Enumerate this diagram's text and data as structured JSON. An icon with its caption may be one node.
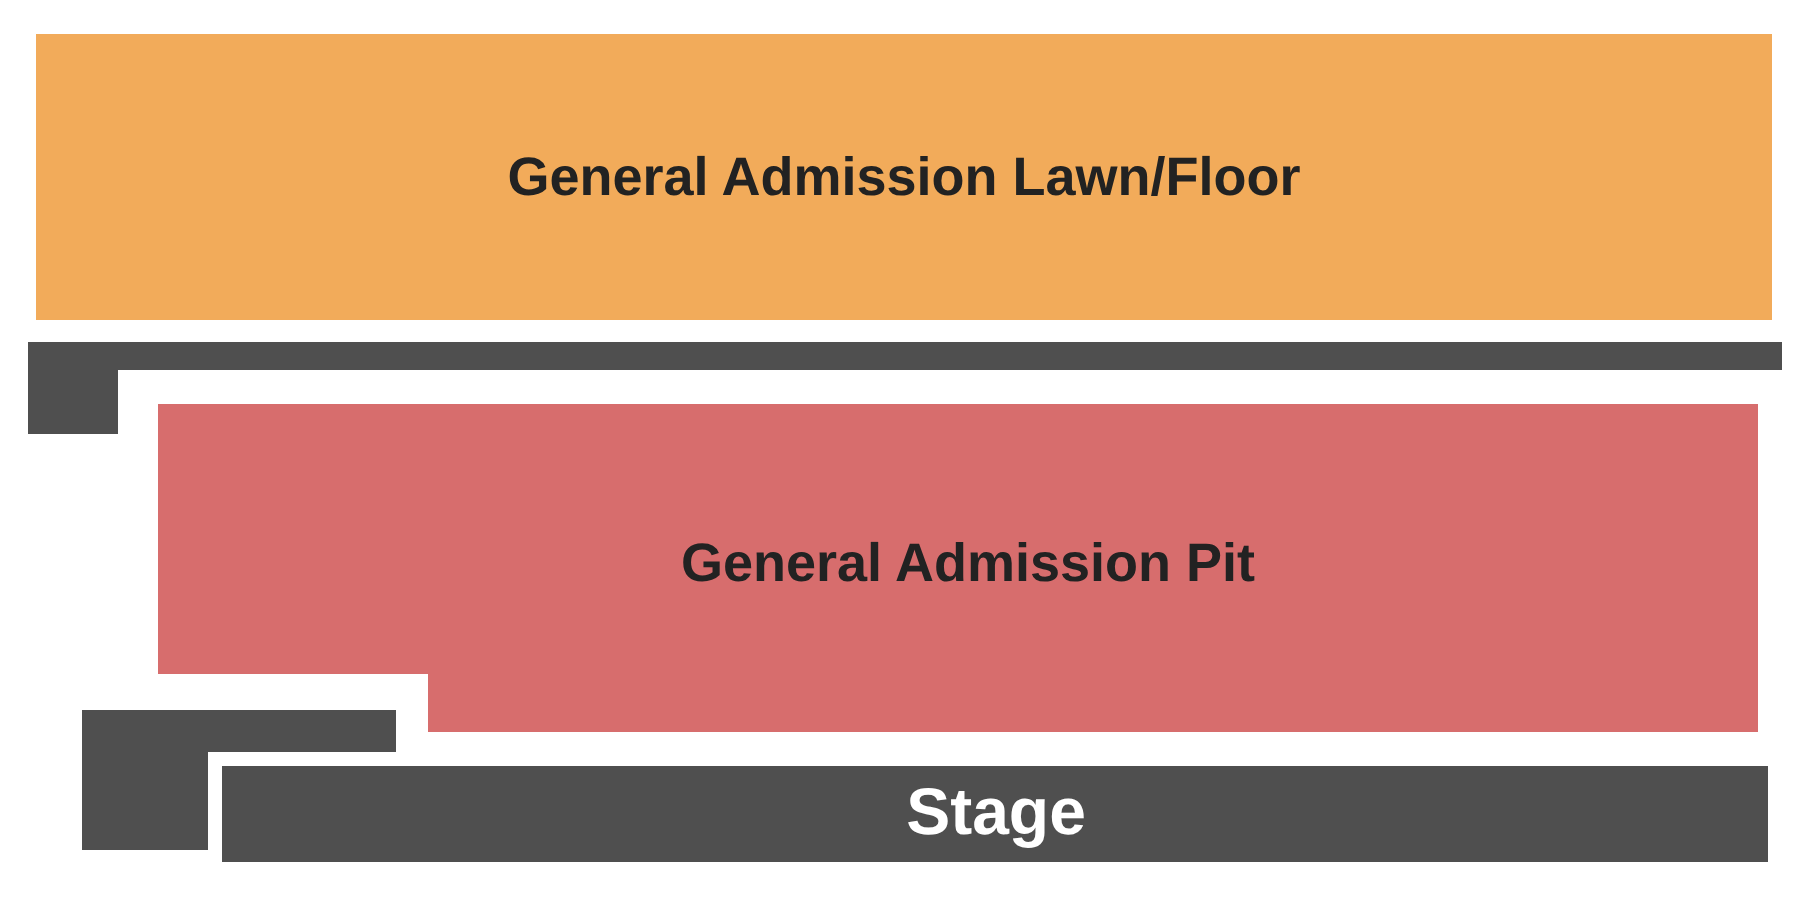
{
  "diagram": {
    "nodes": [
      {
        "text": [
          "General Admission Lawn/Floor"
        ]
      },
      {
        "text": [],
        "shape": "bar"
      },
      {
        "text": [
          "General Admission Pit"
        ]
      },
      {
        "text": [],
        "shape": "bar"
      },
      {
        "text": [
          "Stage"
        ]
      }
    ]
  }
}
